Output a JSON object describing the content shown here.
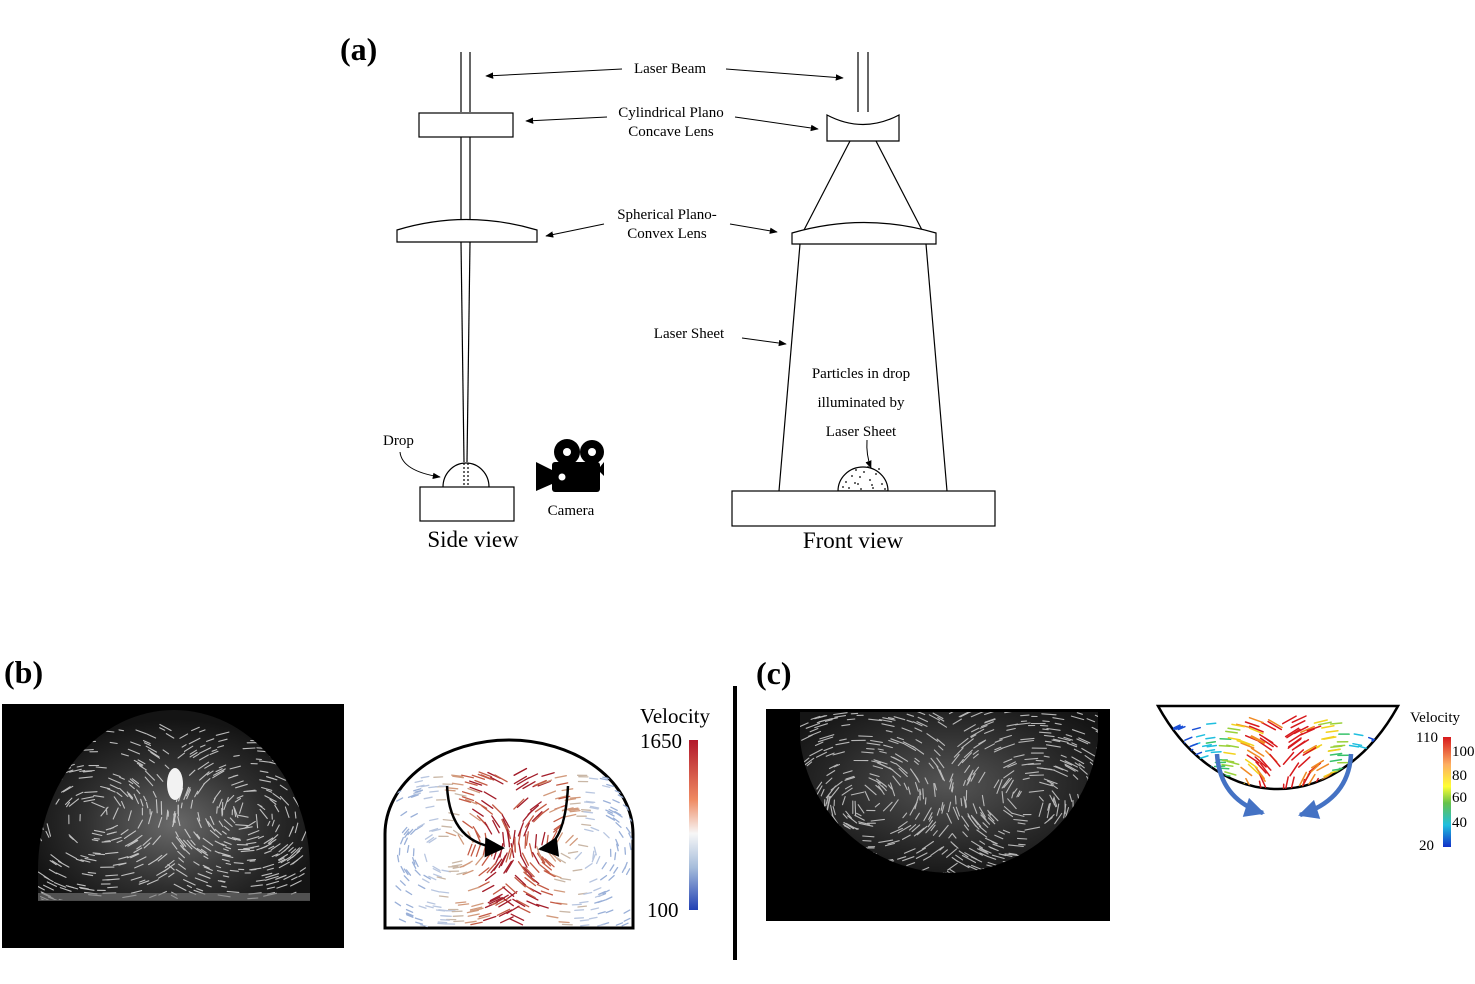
{
  "panels": {
    "a": "(a)",
    "b": "(b)",
    "c": "(c)"
  },
  "labels": {
    "laser_beam": "Laser Beam",
    "cyl_line1": "Cylindrical Plano",
    "cyl_line2": "Concave Lens",
    "sph_line1": "Spherical Plano-",
    "sph_line2": "Convex Lens",
    "laser_sheet": "Laser Sheet",
    "particles_line1": "Particles in drop",
    "particles_line2": "illuminated by",
    "particles_line3": "Laser Sheet",
    "drop": "Drop",
    "camera": "Camera",
    "side_view": "Side view",
    "front_view": "Front view"
  },
  "colorbar_b": {
    "title": "Velocity",
    "max": "1650",
    "min": "100"
  },
  "colorbar_c": {
    "title": "Velocity",
    "max": "110",
    "ticks": [
      "100",
      "80",
      "60",
      "40"
    ],
    "min": "20"
  },
  "colors": {
    "arrow_b": "#000000",
    "arrow_c": "#4472c4",
    "high": "#b2182b",
    "low": "#2140b4"
  }
}
